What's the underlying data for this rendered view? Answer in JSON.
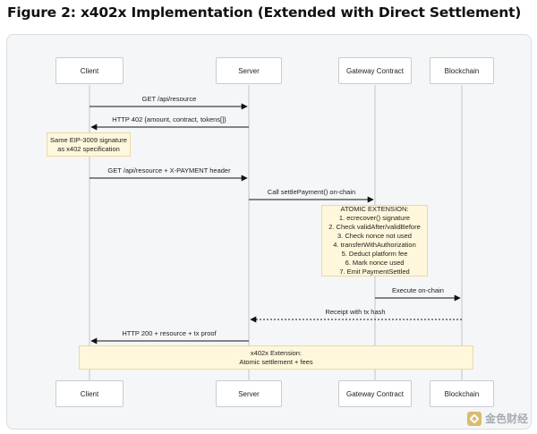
{
  "title": "Figure 2: x402x Implementation (Extended with Direct Settlement)",
  "participants": [
    "Client",
    "Server",
    "Gateway Contract",
    "Blockchain"
  ],
  "messages": [
    {
      "label": "GET /api/resource",
      "from": 0,
      "to": 1,
      "style": "solid"
    },
    {
      "label": "HTTP 402 {amount, contract, tokens[]}",
      "from": 1,
      "to": 0,
      "style": "solid"
    },
    {
      "label": "GET /api/resource + X-PAYMENT header",
      "from": 0,
      "to": 1,
      "style": "solid"
    },
    {
      "label": "Call settlePayment() on-chain",
      "from": 1,
      "to": 2,
      "style": "solid"
    },
    {
      "label": "Execute on-chain",
      "from": 2,
      "to": 3,
      "style": "solid"
    },
    {
      "label": "Receipt with tx hash",
      "from": 3,
      "to": 1,
      "style": "dashed"
    },
    {
      "label": "HTTP 200 + resource + tx proof",
      "from": 1,
      "to": 0,
      "style": "solid"
    }
  ],
  "notes": {
    "eip": "Same EIP-3009 signature\nas x402 specification",
    "atomic": "ATOMIC EXTENSION:\n1. ecrecover() signature\n2. Check validAfter/validBefore\n3. Check nonce not used\n4. transferWithAuthorization\n5. Deduct platform fee\n6. Mark nonce used\n7. Emit PaymentSettled",
    "extension": "x402x Extension:\nAtomic settlement + fees"
  },
  "watermark": "金色财经",
  "colors": {
    "lifeline": "#c9ced4",
    "arrow": "#111111",
    "note_fill": "#fff7db",
    "note_border": "#ead9a5"
  }
}
